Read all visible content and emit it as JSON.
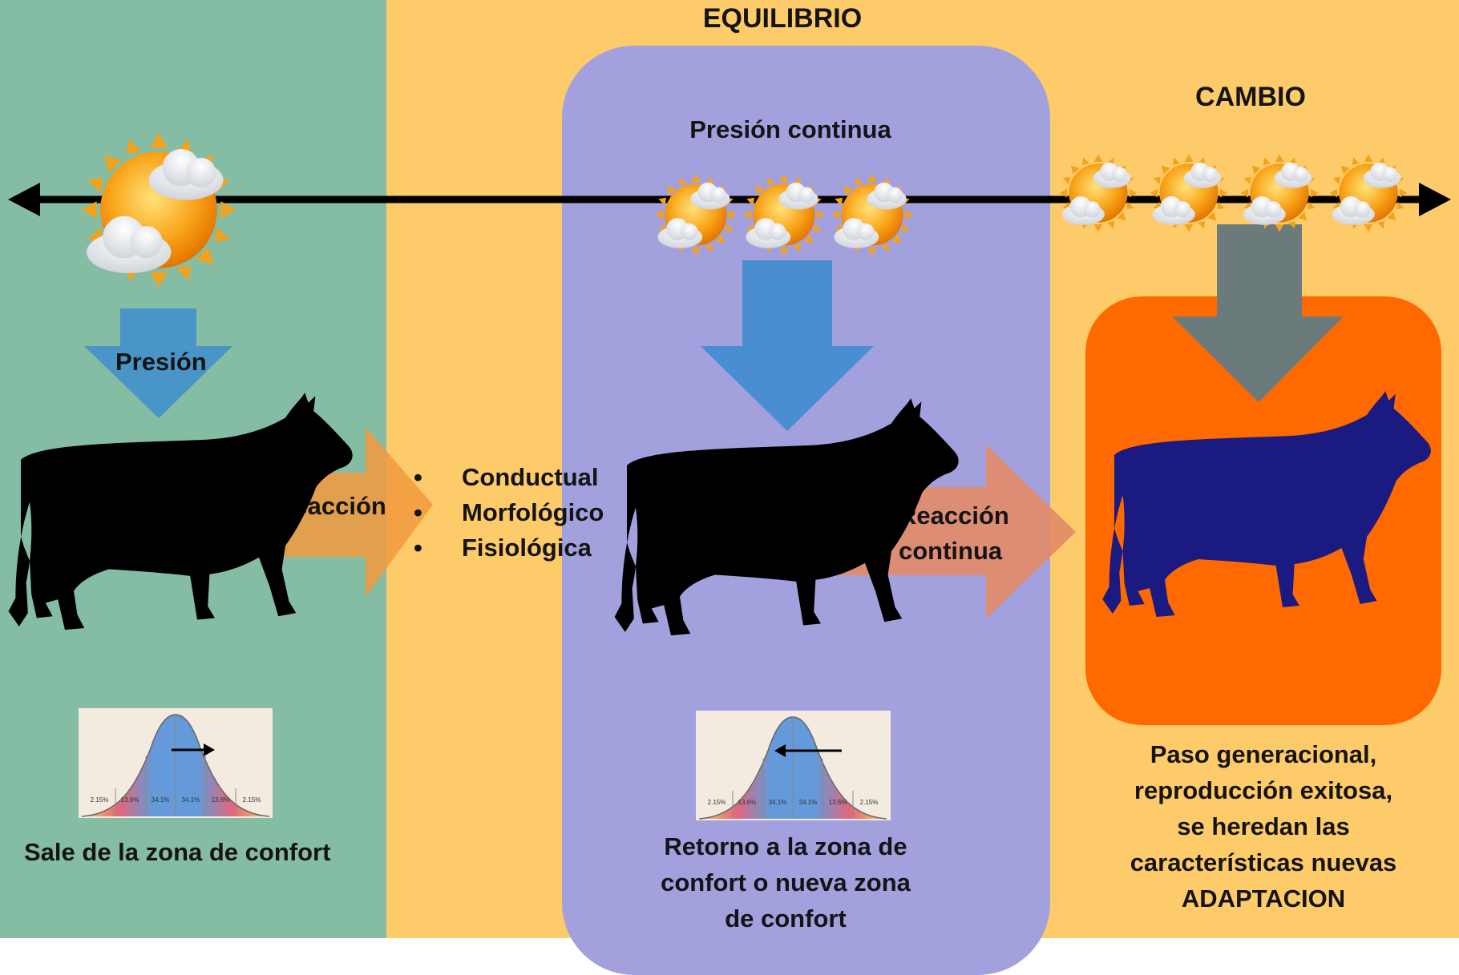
{
  "titles": {
    "equilibrio": "EQUILIBRIO",
    "cambio": "CAMBIO"
  },
  "labels": {
    "presion": "Presión",
    "presion_continua": "Presión continua",
    "reaccion": "Reacción",
    "reaccion_continua_1": "Reacción",
    "reaccion_continua_2": "continua"
  },
  "bullets": [
    "Conductual",
    "Morfológico",
    "Fisiológica"
  ],
  "captions": {
    "left": "Sale de la zona de confort",
    "center": [
      "Retorno a la zona de",
      "confort o nueva zona",
      "de confort"
    ],
    "right": [
      "Paso generacional,",
      "reproducción exitosa,",
      "se heredan las",
      "características nuevas",
      "ADAPTACION"
    ]
  },
  "bell_curve": {
    "percentages": [
      "2.15%",
      "13.6%",
      "34.1%",
      "34.1%",
      "13.6%",
      "2.15%"
    ],
    "left_arrow_direction": "right",
    "center_arrow_direction": "left"
  },
  "colors": {
    "left_panel": "#85BCA4",
    "background": "#FECB6A",
    "equilibrio_box": "#A3A0DE",
    "cambio_box": "#FF6A00",
    "cow_black": "#000000",
    "cow_blue": "#1A1A80",
    "arrow_blue": "#3F8FD4",
    "arrow_grey": "#6B7A7A",
    "reaction_orange": "#F6913A",
    "reaction_salmon": "#DE8A6A"
  },
  "icons": {
    "sun_cloud": "sun-with-clouds-icon",
    "cow": "cow-silhouette-icon",
    "bell_curve": "normal-distribution-chart"
  }
}
